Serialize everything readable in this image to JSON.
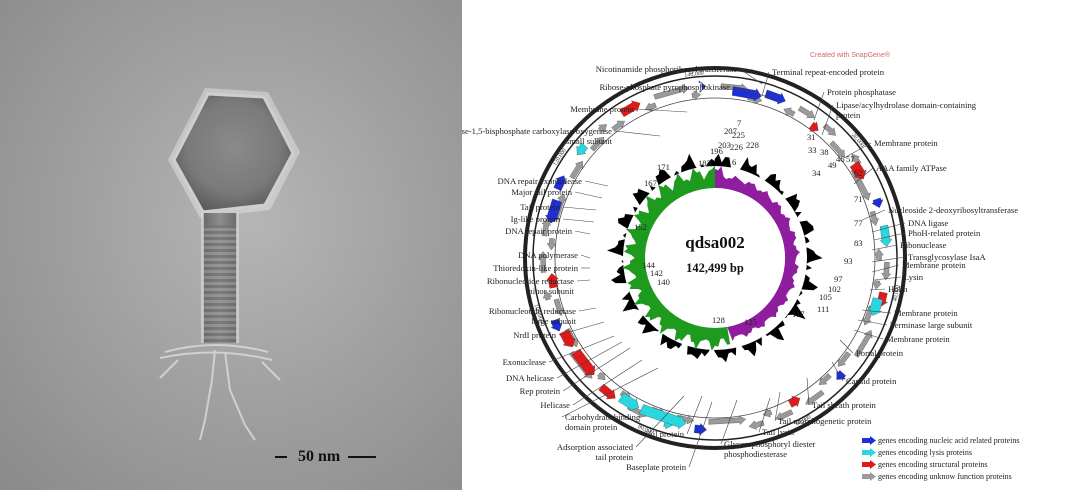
{
  "micrograph": {
    "scale_bar_label": "50 nm"
  },
  "genome_map": {
    "watermark": "Created with SnapGene®",
    "name": "qdsa002",
    "size": "142,499 bp",
    "gc_colors": {
      "gc_skew_positive": "#1e9a1e",
      "gc_skew_negative": "#8e1e9e",
      "gc_content": "#000000"
    },
    "category_colors": {
      "nucleic_acid": "#1f2fd6",
      "lysis": "#2ad6e0",
      "structural": "#e01a1a",
      "unknown": "#9a9a9a"
    },
    "position_ticks": [
      "20,000",
      "40,000",
      "60,000",
      "80,000",
      "100,000",
      "120,000",
      "140,000"
    ],
    "gene_numbers": [
      "7",
      "6",
      "31",
      "33",
      "34",
      "38",
      "46",
      "49",
      "57",
      "62",
      "71",
      "77",
      "83",
      "93",
      "97",
      "102",
      "105",
      "111",
      "117",
      "125",
      "128",
      "140",
      "142",
      "144",
      "152",
      "167",
      "171",
      "183",
      "196",
      "203",
      "207",
      "225",
      "226",
      "228"
    ],
    "labels": [
      "Nicotinamide phosphoribosyl transferase",
      "Ribose-phosphate pyrophosphokinase",
      "Terminal repeat-encoded protein",
      "Membrane protein",
      "Ribulose-1,5-bisphosphate carboxylase/oxygenase small subunit",
      "Protein phosphatase",
      "Lipase/acylhydrolase domain-containing protein",
      "Membrane protein",
      "AAA family ATPase",
      "DNA repair exonuclease",
      "Major tail protein",
      "Tail protein",
      "Ig-like protein",
      "DNA repair protein",
      "Nucleoside 2-deoxyribosyltransferase",
      "DNA ligase",
      "PhoH-related protein",
      "Ribonuclease",
      "DNA polymerase",
      "Thioredoxin-like protein",
      "Ribonucleotide reductase minor subunit",
      "Transglycosylase IsaA",
      "Membrane protein",
      "Lysin",
      "Holin",
      "Ribonucleotide reductase large subunit",
      "NrdI protein",
      "Membrane protein",
      "Terminase large subunit",
      "Membrane protein",
      "Portal protein",
      "Exonuclease",
      "DNA helicase",
      "Rep protein",
      "Capsid protein",
      "Helicase",
      "Tail sheath protein",
      "Carbohydrate binding domain protein",
      "Tail morphogenetic protein",
      "Tail lysin",
      "Tail protein",
      "Glycerophosphoryl diester phosphodiesterase",
      "Adsorption associated tail protein",
      "Baseplate protein"
    ]
  },
  "legend": [
    {
      "label": "genes encoding nucleic acid related  proteins",
      "color": "#1f2fd6"
    },
    {
      "label": "genes encoding lysis proteins",
      "color": "#2ad6e0"
    },
    {
      "label": "genes encoding structural proteins",
      "color": "#e01a1a"
    },
    {
      "label": "genes encoding unknow function proteins",
      "color": "#9a9a9a"
    }
  ]
}
